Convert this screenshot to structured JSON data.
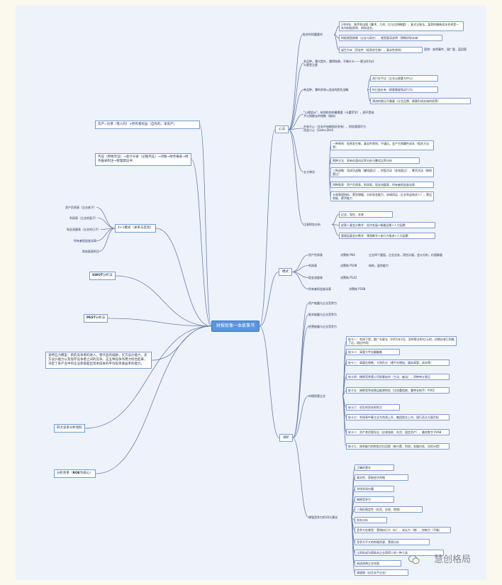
{
  "root": {
    "label": "财报就像一本故事书"
  },
  "branches": {
    "xinfa": {
      "label": "心法"
    },
    "moshi": {
      "label": "模式"
    },
    "jinjie": {
      "label": "进阶"
    }
  },
  "xinfa_items": [
    {
      "id": "x1",
      "label": "贴合时间重要吗",
      "children": [
        "1494年，帕乔利出版《算术、几何、比与比例概要》，复式记账法，某家的雅典读本合肯是一系列财报原则，财务语言。",
        "财报就是剧情（过去与现在），就是要读说明（预期初现未来）",
        "诞生为本（资金性（权责发生制），真实性原则）"
      ],
      "extra": "案例：安然事件，银广夏，蓝田案"
    },
    {
      "id": "x2",
      "label": "多品种，薄大提升，懂得效果，不做什么——更当作为什么更是注意",
      "children": []
    },
    {
      "id": "x3",
      "label": "单品种，薄利多销=战出的胜负战略",
      "children": [
        "流只在手边（企业以顾客为中心）",
        "何日若在有（顾客重复购买行为）",
        "涌流的图见不重要（企业品牌，顾客形成忠诚的经营）"
      ]
    },
    {
      "id": "x4",
      "label": "\"心理会计\"，给你和你的最需要（卡蕾苹学），顾不是给予与钱都去的钱数（指向）",
      "children": []
    },
    {
      "id": "x5",
      "label": "先有大心（业务开始都很好发有），财务管理尽力而会小心（Gates,Dell）",
      "children": []
    },
    {
      "id": "x6",
      "label": "五大神功",
      "children": [
        "一种原则：权责发生制，真实性原则，不谨后，会产生隐藏性成本（相关方法等）",
        "两种方法：现有在面向比率分析与整实比率分析",
        "三种战略：用成功战略（赚钱超过），控股活动（花钱超过），筹资活动（借钱超过）",
        "四种报表：资产负债表，利润表，现金流量表，所有者权益变动表",
        "五维管理指标：薪资增幅，分析现金能力，协调用运（企业利益和关人），营运效能，薪资能力"
      ]
    },
    {
      "id": "x7",
      "label": "比表财务分析",
      "children": [
        "过去，现在，未来",
        "经营人要会计数学：经济发展+概要因素+人为因素",
        "管理层要会计数学：预测数字+执行力推进+人为因素"
      ]
    }
  ],
  "moshi_items": [
    {
      "label": "资产负债表",
      "ref": "决策帐 P64",
      "note": "企业四个要面，企业业务，资信计量，会计分析，价值衡量"
    },
    {
      "label": "利润表",
      "ref": "决策帐 P108",
      "note": "结构，盈利能力"
    },
    {
      "label": "现金流量表",
      "ref": "决策帐 P142",
      "note": ""
    },
    {
      "label": "所有者权益变动表",
      "ref": "决策帐 P168",
      "note": ""
    }
  ],
  "jinjie_items": [
    {
      "label": "资产披露与企业竞争力"
    },
    {
      "label": "股本披露与企业竞争力"
    },
    {
      "label": "经营披露与企业竞争力"
    }
  ],
  "jinjie_pk": {
    "label": "何理财营企业",
    "children": [
      "轮卡一：利润下滑，跟广东星光（2001年3月，宣称营业60亿元的，初期应收已到推了近。测出中间）",
      "轮卡二：高管大甲业翻翻着",
      "轮卡三：高管在销售，大财负分（通平台增加，服务高管，成本等）",
      "轮卡四：稀释竞争营公司财事务所（主动，被动），四种审计意见",
      "轮卡五：稀释竞争成营运能源财务（比如重阻病，重审长帐手）P262",
      "轮卡六：初生的资本财利力",
      "轮卡七：利润表中事主业为利润上升，集团首次上市，银行否头方面负担",
      "轮卡八：资产其资管导出（应收账款、存货、固定资产），最终数字 P268",
      "轮卡九：纯利能力的财务对比回顾（新兴薪，利润，金融内务，风险计提）"
    ]
  },
  "jinjie_10": {
    "label": "增强竞争力的10大建议",
    "children": [
      "正确的营车",
      "真实性，获取经济资格",
      "寻找利润内幕",
      "稀释竞争力",
      "三角形稳定性（存货，应收，赊销）",
      "财务分析",
      "竞争力在哪里：营销执行力（价），成长力（增），控制力（平衡）",
      "竞争力不大的财政资源，营销分析",
      "让财务成为帮助本企业获得人的一种工具",
      "阅读经典企业年报",
      "清道物（自言去平企业）"
    ]
  },
  "left_nodes": {
    "l1": "资产=负债（借人的）+所有者权益（自有的，净资产）",
    "l2": "凭证（原始凭证）→会计分录（记账凭证）→对账→财务报表→财务报表附注→管理建议书",
    "l3": "4+1模式（关系与区别）",
    "l3_children": [
      "资产负债表（企业底子）",
      "利润表（企业的面子）",
      "现金流量表（企业的日子）",
      "所有者权益变动表",
      "财务报表附注"
    ],
    "l4_bold": "SWOT",
    "l4_rest": "分析法",
    "l5_bold": "PEST",
    "l5_rest": "分析法",
    "l6": "波特五力模型：新的竞争者的进入，替代品的威胁，买方议价能力，卖方议价能力以及现存竞争者之间的竞争。这五种竞争作用力综合起来，决定了某产业中的企业获取超出资本成本的平均投资收益率的能力。",
    "l7": "四大竞争分析指标",
    "l8_pre": "分析体系（",
    "l8_bold": "ROE",
    "l8_post": "为核心）"
  },
  "watermark": "慧创格局",
  "colors": {
    "edge": "#6a7fa8",
    "root_bg": "#5a95dd",
    "stage": "#eef2fb"
  }
}
